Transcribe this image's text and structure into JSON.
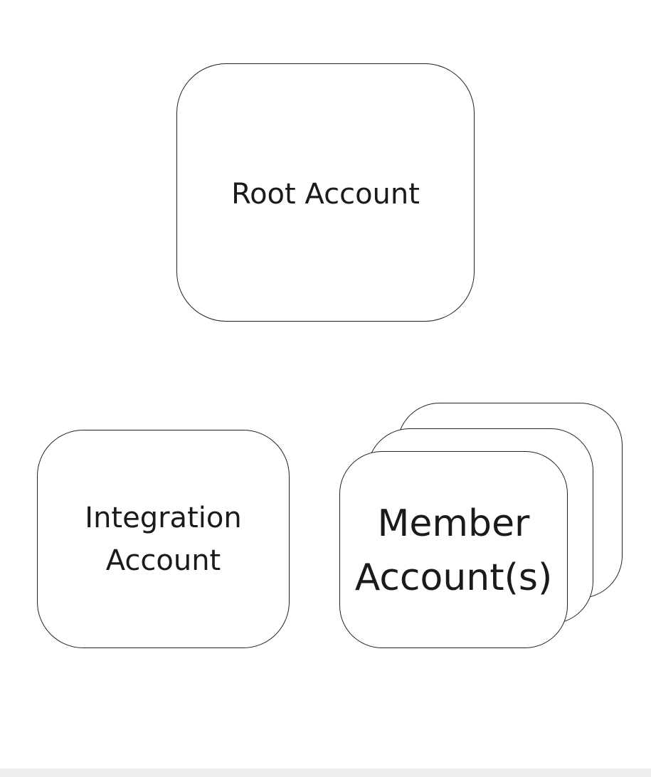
{
  "diagram": {
    "nodes": {
      "root": {
        "label": "Root Account"
      },
      "integration": {
        "label": "Integration\nAccount"
      },
      "member": {
        "label": "Member\nAccount(s)"
      }
    },
    "colors": {
      "stroke": "#222222",
      "fill": "#ffffff",
      "text": "#1a1a1a"
    }
  }
}
